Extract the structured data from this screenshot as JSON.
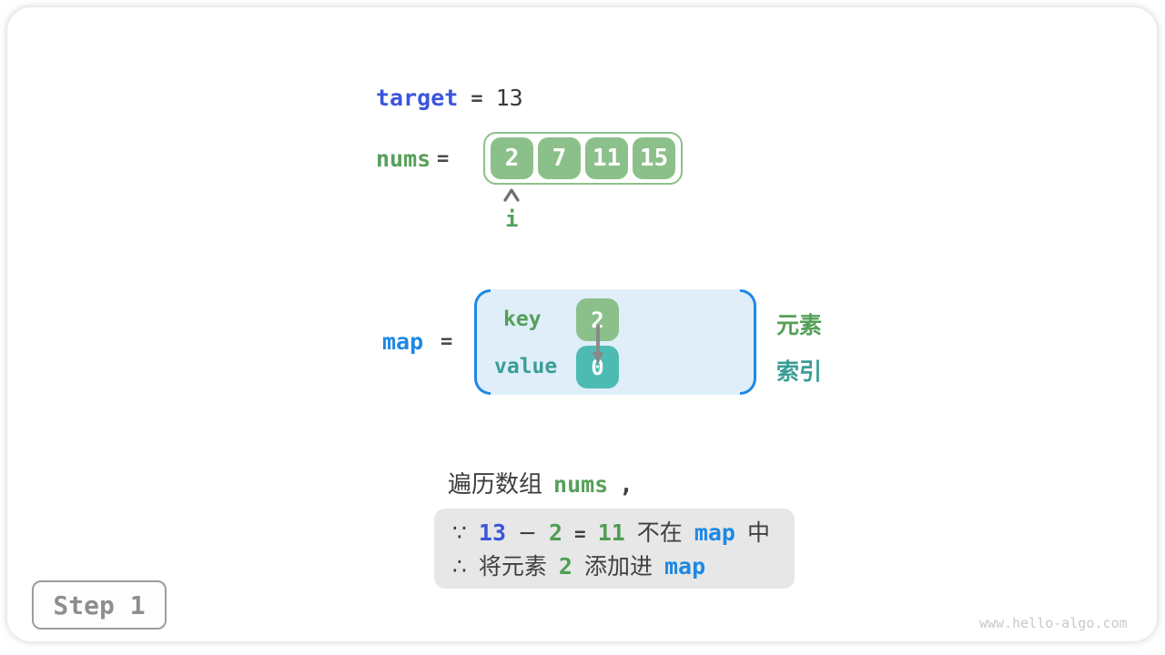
{
  "colors": {
    "green_box": "#8cc08a",
    "green_text": "#55a05a",
    "teal_box": "#4dbbb2",
    "teal_text": "#3a9e96",
    "indigo_text": "#3b55db",
    "blue_accent": "#1e88e5",
    "note_bg": "#e7e7e7",
    "map_bg": "#dfeef9"
  },
  "target": {
    "name": "target",
    "eq": "=",
    "value": "13"
  },
  "nums": {
    "name": "nums",
    "eq": "=",
    "cells": [
      "2",
      "7",
      "11",
      "15"
    ],
    "pointer": "i"
  },
  "map": {
    "name": "map",
    "eq": "=",
    "key_label": "key",
    "value_label": "value",
    "key": "2",
    "value": "0",
    "element_label": "元素",
    "index_label": "索引"
  },
  "caption": {
    "text": "遍历数组",
    "code": "nums",
    "comma": ","
  },
  "note": {
    "because": "∵",
    "minuend": "13",
    "minus": "−",
    "subtrahend": "2",
    "eq": "=",
    "difference": "11",
    "not_in": "不在",
    "map1": "map",
    "in_suffix": "中",
    "therefore": "∴",
    "add_prefix": "将元素",
    "element": "2",
    "add_verb": "添加进",
    "map2": "map"
  },
  "footer": {
    "step": "Step 1",
    "watermark": "www.hello-algo.com"
  }
}
